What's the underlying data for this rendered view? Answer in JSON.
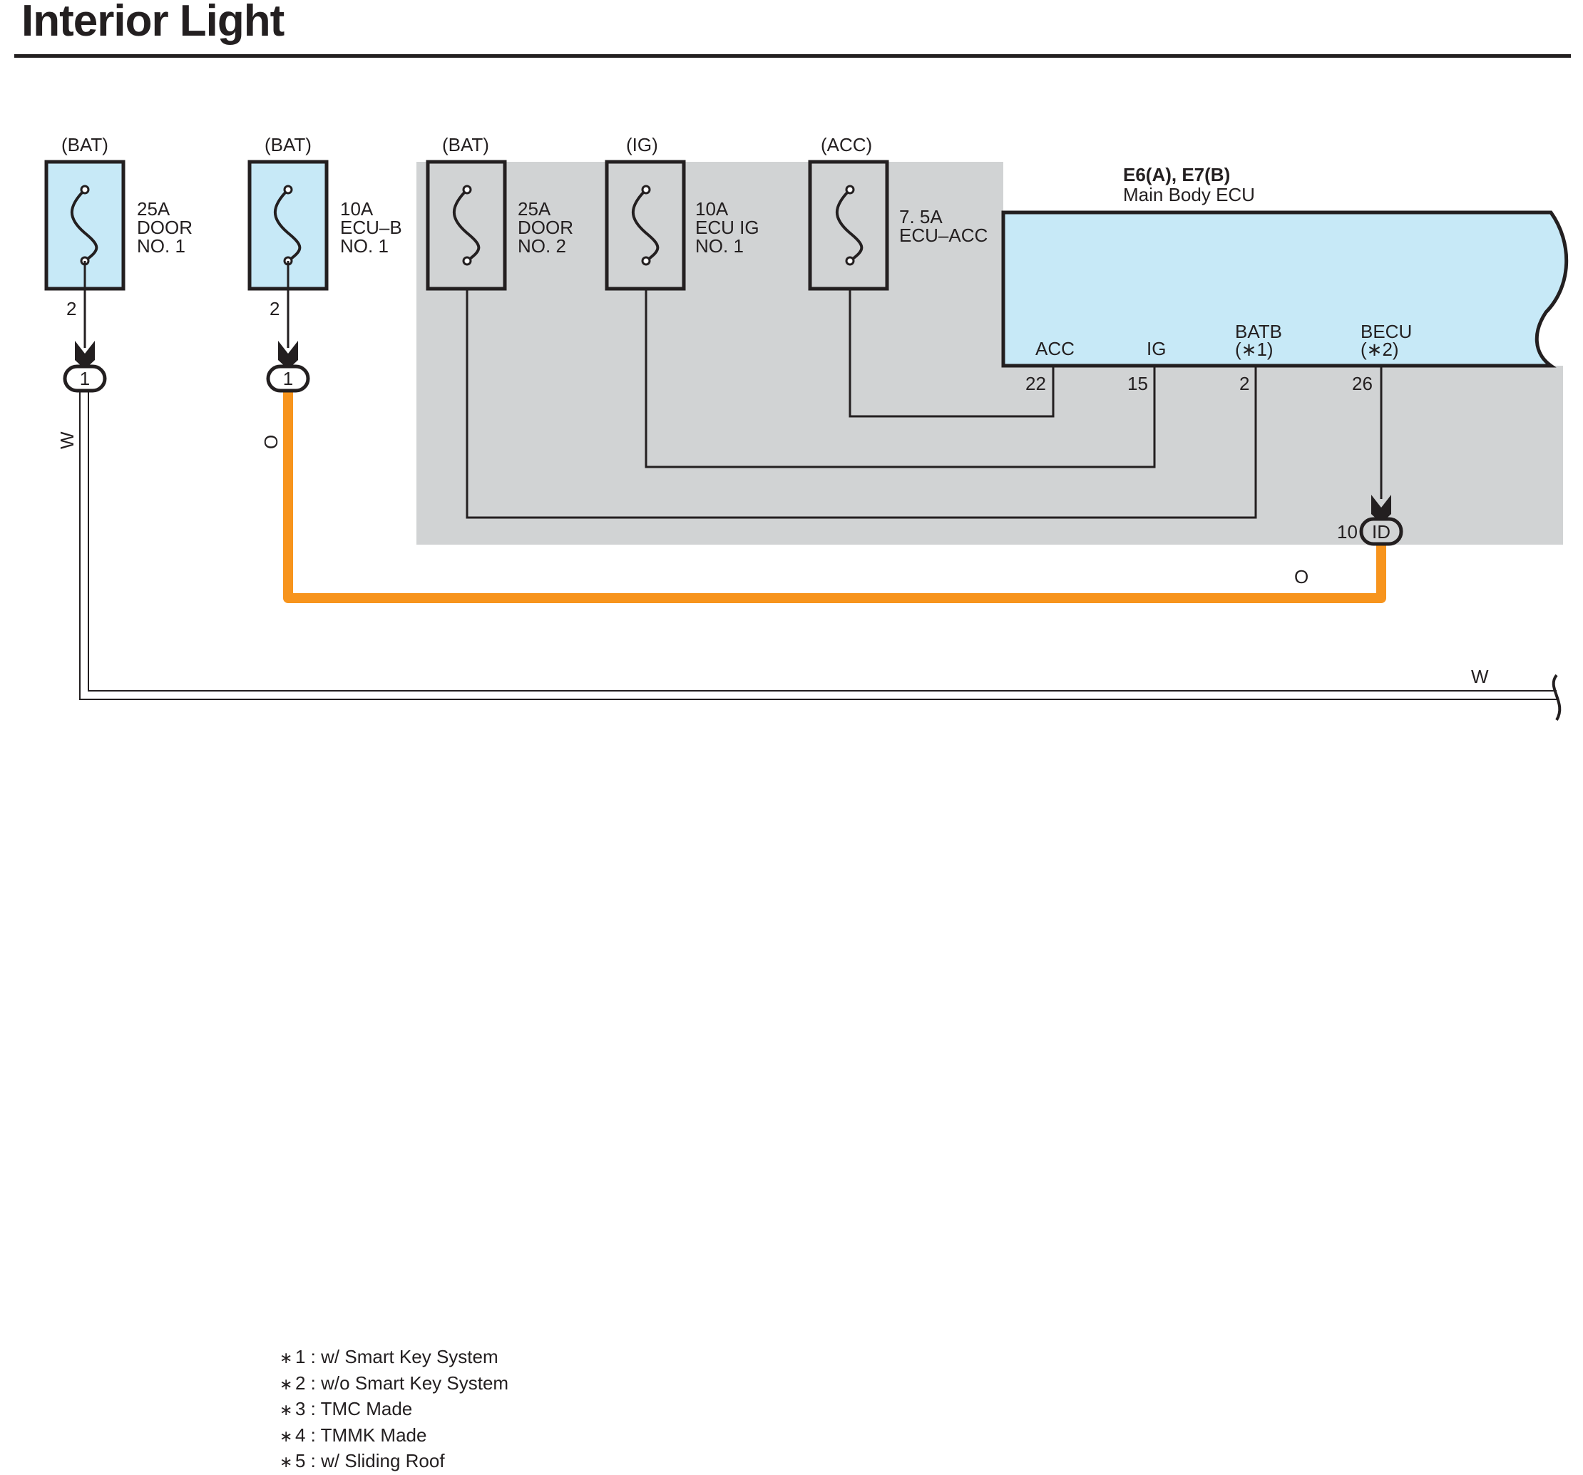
{
  "title": "Interior Light",
  "colors": {
    "fuse_fill": "#c7e9f7",
    "ecu_fill": "#c7e9f7",
    "shaded_area": "#d1d3d4",
    "line": "#231f20",
    "orange_wire": "#f7941d",
    "white_wire_fill": "#ffffff"
  },
  "fuses": [
    {
      "source": "(BAT)",
      "rating": "25A",
      "name1": "DOOR",
      "name2": "NO. 1",
      "pin": "2",
      "connector": "1",
      "wire": "W"
    },
    {
      "source": "(BAT)",
      "rating": "10A",
      "name1": "ECU–B",
      "name2": "NO. 1",
      "pin": "2",
      "connector": "1",
      "wire": "O"
    },
    {
      "source": "(BAT)",
      "rating": "25A",
      "name1": "DOOR",
      "name2": "NO. 2"
    },
    {
      "source": "(IG)",
      "rating": "10A",
      "name1": "ECU IG",
      "name2": "NO. 1"
    },
    {
      "source": "(ACC)",
      "rating": "7. 5A",
      "name1": "ECU–ACC",
      "name2": ""
    }
  ],
  "ecu": {
    "code": "E6(A), E7(B)",
    "name": "Main Body ECU",
    "terminals": [
      {
        "label": "ACC",
        "note": "",
        "pin": "22"
      },
      {
        "label": "IG",
        "note": "",
        "pin": "15"
      },
      {
        "label": "BATB",
        "note": "(∗1)",
        "pin": "2"
      },
      {
        "label": "BECU",
        "note": "(∗2)",
        "pin": "26"
      }
    ]
  },
  "junction": {
    "pin": "10",
    "label": "ID",
    "wire": "O"
  },
  "wire_w_label_right": "W",
  "notes": [
    {
      "star": "∗",
      "text": "1 : w/ Smart Key System"
    },
    {
      "star": "∗",
      "text": "2 : w/o Smart Key System"
    },
    {
      "star": "∗",
      "text": "3 : TMC Made"
    },
    {
      "star": "∗",
      "text": "4 : TMMK Made"
    },
    {
      "star": "∗",
      "text": "5 : w/ Sliding Roof"
    }
  ]
}
